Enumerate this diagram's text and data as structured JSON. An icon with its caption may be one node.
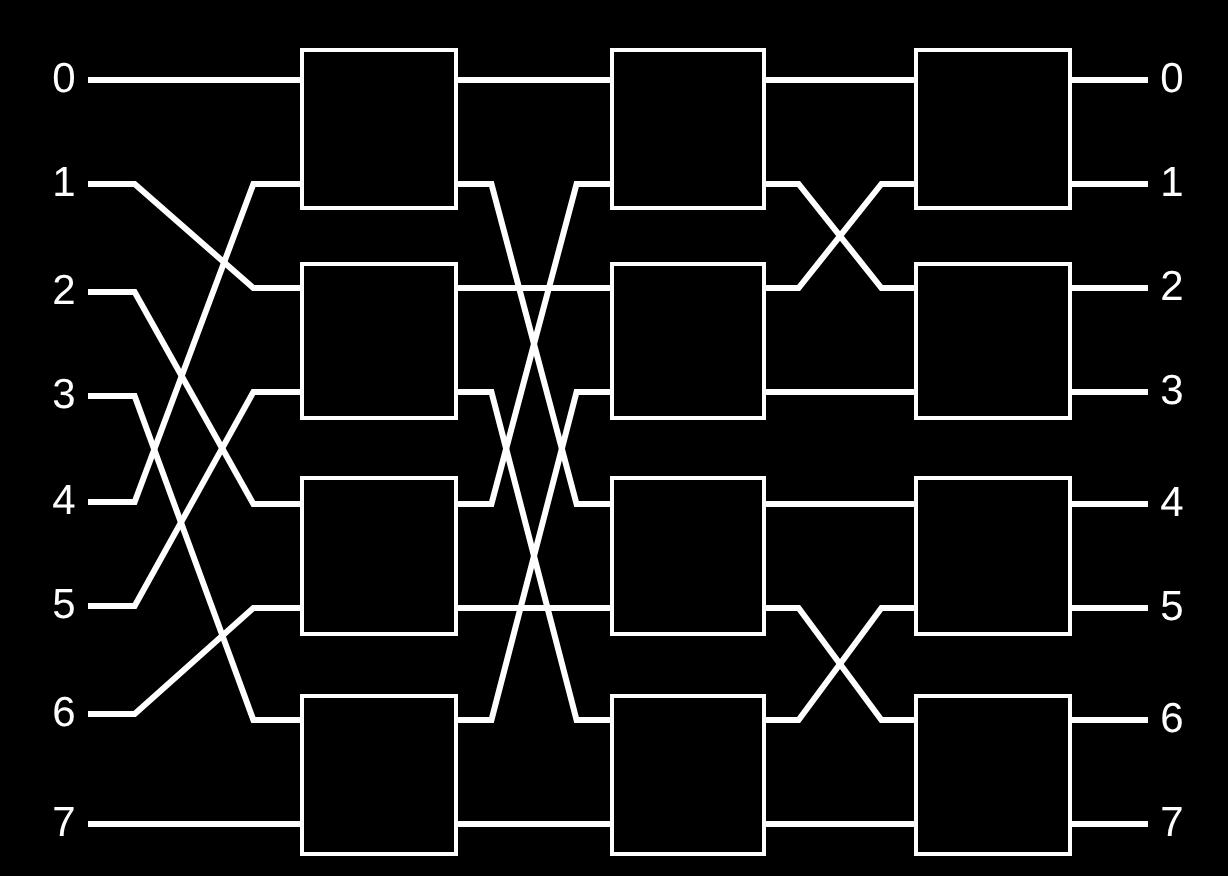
{
  "diagram": {
    "nodes": [
      {
        "text": [
          "0"
        ]
      },
      {
        "text": [
          "1"
        ]
      },
      {
        "text": [
          "2"
        ]
      },
      {
        "text": [
          "3"
        ]
      },
      {
        "text": [
          "4"
        ]
      },
      {
        "text": [
          "5"
        ]
      },
      {
        "text": [
          "6"
        ]
      },
      {
        "text": [
          "7"
        ]
      },
      {
        "text": [],
        "shape": "box"
      },
      {
        "text": [],
        "shape": "box"
      },
      {
        "text": [],
        "shape": "box"
      },
      {
        "text": [],
        "shape": "box"
      },
      {
        "text": [],
        "shape": "box"
      },
      {
        "text": [],
        "shape": "box"
      },
      {
        "text": [],
        "shape": "box"
      },
      {
        "text": [],
        "shape": "box"
      },
      {
        "text": [],
        "shape": "box"
      },
      {
        "text": [],
        "shape": "box"
      },
      {
        "text": [],
        "shape": "box"
      },
      {
        "text": [],
        "shape": "box"
      },
      {
        "text": [
          "0"
        ]
      },
      {
        "text": [
          "1"
        ]
      },
      {
        "text": [
          "2"
        ]
      },
      {
        "text": [
          "3"
        ]
      },
      {
        "text": [
          "4"
        ]
      },
      {
        "text": [
          "5"
        ]
      },
      {
        "text": [
          "6"
        ]
      },
      {
        "text": [
          "7"
        ]
      }
    ],
    "edges": [
      {
        "from": 0,
        "to": 8,
        "arrow": "none"
      },
      {
        "from": 1,
        "to": 9,
        "arrow": "none"
      },
      {
        "from": 2,
        "to": 10,
        "arrow": "none"
      },
      {
        "from": 3,
        "to": 11,
        "arrow": "none"
      },
      {
        "from": 4,
        "to": 8,
        "arrow": "none"
      },
      {
        "from": 5,
        "to": 9,
        "arrow": "none"
      },
      {
        "from": 6,
        "to": 10,
        "arrow": "none"
      },
      {
        "from": 7,
        "to": 11,
        "arrow": "none"
      },
      {
        "from": 8,
        "to": 12,
        "arrow": "none"
      },
      {
        "from": 8,
        "to": 14,
        "arrow": "none"
      },
      {
        "from": 9,
        "to": 13,
        "arrow": "none"
      },
      {
        "from": 9,
        "to": 15,
        "arrow": "none"
      },
      {
        "from": 10,
        "to": 12,
        "arrow": "none"
      },
      {
        "from": 10,
        "to": 14,
        "arrow": "none"
      },
      {
        "from": 11,
        "to": 13,
        "arrow": "none"
      },
      {
        "from": 11,
        "to": 15,
        "arrow": "none"
      },
      {
        "from": 12,
        "to": 16,
        "arrow": "none"
      },
      {
        "from": 12,
        "to": 17,
        "arrow": "none"
      },
      {
        "from": 13,
        "to": 16,
        "arrow": "none"
      },
      {
        "from": 13,
        "to": 17,
        "arrow": "none"
      },
      {
        "from": 14,
        "to": 18,
        "arrow": "none"
      },
      {
        "from": 14,
        "to": 19,
        "arrow": "none"
      },
      {
        "from": 15,
        "to": 18,
        "arrow": "none"
      },
      {
        "from": 15,
        "to": 19,
        "arrow": "none"
      },
      {
        "from": 16,
        "to": 20,
        "arrow": "none"
      },
      {
        "from": 16,
        "to": 21,
        "arrow": "none"
      },
      {
        "from": 17,
        "to": 22,
        "arrow": "none"
      },
      {
        "from": 17,
        "to": 23,
        "arrow": "none"
      },
      {
        "from": 18,
        "to": 24,
        "arrow": "none"
      },
      {
        "from": 18,
        "to": 25,
        "arrow": "none"
      },
      {
        "from": 19,
        "to": 26,
        "arrow": "none"
      },
      {
        "from": 19,
        "to": 27,
        "arrow": "none"
      }
    ]
  }
}
